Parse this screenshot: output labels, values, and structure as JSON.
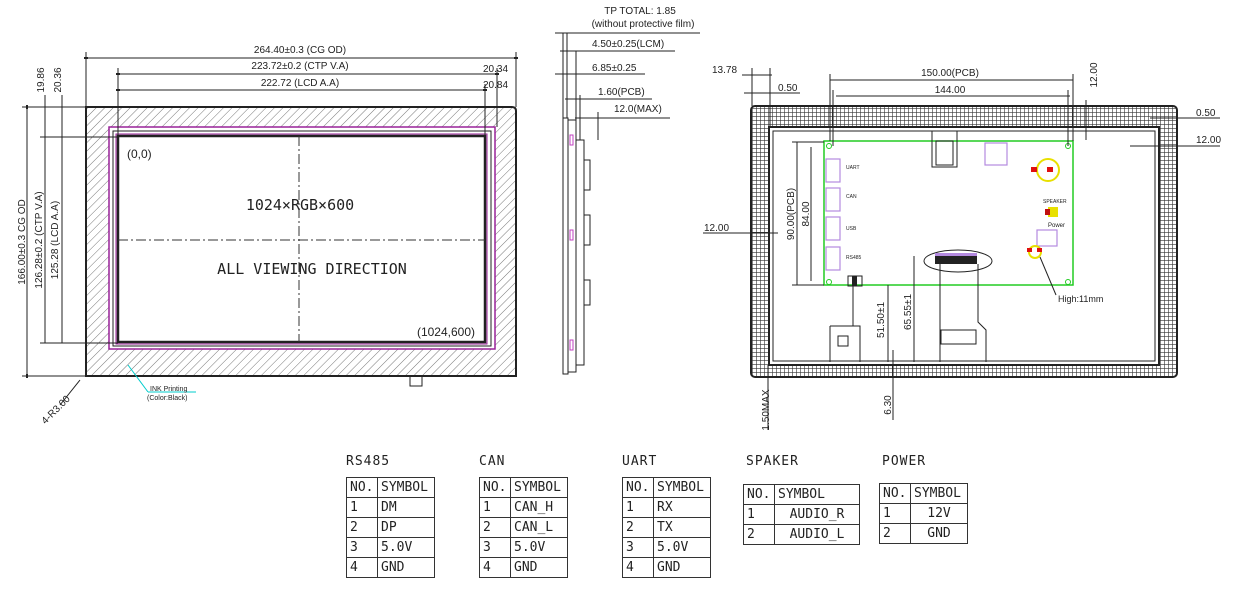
{
  "front_view": {
    "dims": {
      "cg_width": "264.40±0.3 (CG OD)",
      "ctp_width": "223.72±0.2 (CTP V.A)",
      "lcd_width": "222.72 (LCD A.A)",
      "right_ctp": "20.34",
      "right_lcd": "20.84",
      "top_ctp": "19.86",
      "top_lcd": "20.36",
      "cg_height": "166.00±0.3 CG OD",
      "ctp_height": "126.28±0.2 (CTP V.A)",
      "lcd_height": "125.28 (LCD A.A)",
      "corner_radius": "4-R3.00"
    },
    "origin_label": "(0,0)",
    "end_label": "(1024,600)",
    "resolution": "1024×RGB×600",
    "viewing": "ALL VIEWING DIRECTION",
    "ink_note": "INK Printing",
    "ink_color": "(Color:Black)"
  },
  "side_view": {
    "tp_total": "TP TOTAL:  1.85",
    "tp_note": "(without protective film)",
    "lcm": "4.50±0.25(LCM)",
    "total": "6.85±0.25",
    "pcb": "1.60(PCB)",
    "max": "12.0(MAX)"
  },
  "back_view": {
    "dims": {
      "left_offset": "13.78",
      "left_gap": "0.50",
      "pcb_width": "150.00(PCB)",
      "hole_width": "144.00",
      "top_offset": "12.00",
      "right_gap": "0.50",
      "right_offset": "12.00",
      "left_side": "12.00",
      "pcb_height": "90.00(PCB)",
      "hole_height": "84.00",
      "fpc1": "51.50±1",
      "fpc2": "65.55±1",
      "bottom_max": "1.50MAX",
      "bottom": "6.30"
    },
    "connectors": [
      "UART",
      "CAN",
      "USB",
      "RS485"
    ],
    "speaker_label": "SPEAKER",
    "power_label": "Power",
    "high_note": "High:11mm",
    "pcb_color": "#22cc22",
    "connector_color": "#b48ae0"
  },
  "pin_tables": [
    {
      "title": "RS485",
      "header": [
        "NO.",
        "SYMBOL"
      ],
      "rows": [
        [
          "1",
          "DM"
        ],
        [
          "2",
          "DP"
        ],
        [
          "3",
          "5.0V"
        ],
        [
          "4",
          "GND"
        ]
      ]
    },
    {
      "title": "CAN",
      "header": [
        "NO.",
        "SYMBOL"
      ],
      "rows": [
        [
          "1",
          "CAN_H"
        ],
        [
          "2",
          "CAN_L"
        ],
        [
          "3",
          "5.0V"
        ],
        [
          "4",
          "GND"
        ]
      ]
    },
    {
      "title": "UART",
      "header": [
        "NO.",
        "SYMBOL"
      ],
      "rows": [
        [
          "1",
          "RX"
        ],
        [
          "2",
          "TX"
        ],
        [
          "3",
          "5.0V"
        ],
        [
          "4",
          "GND"
        ]
      ]
    },
    {
      "title": "SPAKER",
      "header": [
        "NO.",
        "SYMBOL"
      ],
      "rows": [
        [
          "1",
          "AUDIO_R"
        ],
        [
          "2",
          "AUDIO_L"
        ]
      ]
    },
    {
      "title": "POWER",
      "header": [
        "NO.",
        "SYMBOL"
      ],
      "rows": [
        [
          "1",
          "12V"
        ],
        [
          "2",
          "GND"
        ]
      ]
    }
  ]
}
